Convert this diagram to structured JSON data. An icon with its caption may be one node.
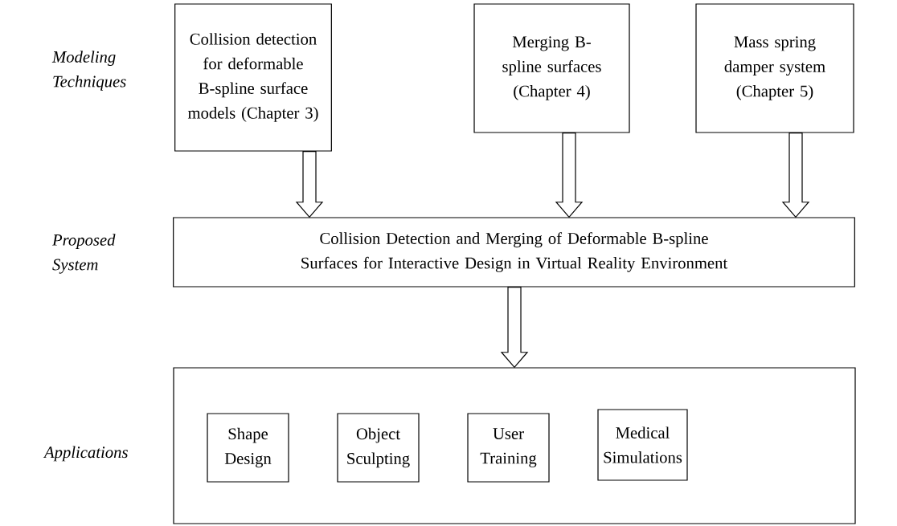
{
  "diagram": {
    "nodes": [
      {
        "text": [
          "Collision detection for deformable B-spline surface models (Chapter 3)"
        ]
      },
      {
        "text": [
          "Merging B-spline surfaces (Chapter 4)"
        ]
      },
      {
        "text": [
          "Mass spring damper system (Chapter 5)"
        ]
      },
      {
        "text": [
          "Collision Detection and Merging of Deformable B-spline Surfaces for Interactive Design in Virtual Reality Environment"
        ]
      },
      {
        "text": [],
        "shape": "box"
      },
      {
        "text": [
          "Shape Design"
        ],
        "in": 4
      },
      {
        "text": [
          "Object Sculpting"
        ],
        "in": 4
      },
      {
        "text": [
          "User Training"
        ],
        "in": 4
      },
      {
        "text": [
          "Medical Simulations"
        ],
        "in": 4
      }
    ],
    "edges": [
      {
        "from": 0,
        "to": 3,
        "arrow": "to"
      },
      {
        "from": 1,
        "to": 3,
        "arrow": "to"
      },
      {
        "from": 2,
        "to": 3,
        "arrow": "to"
      },
      {
        "from": 3,
        "to": 4,
        "arrow": "to"
      }
    ],
    "labels": [
      "Modeling Techniques",
      "Proposed System",
      "Applications"
    ]
  }
}
